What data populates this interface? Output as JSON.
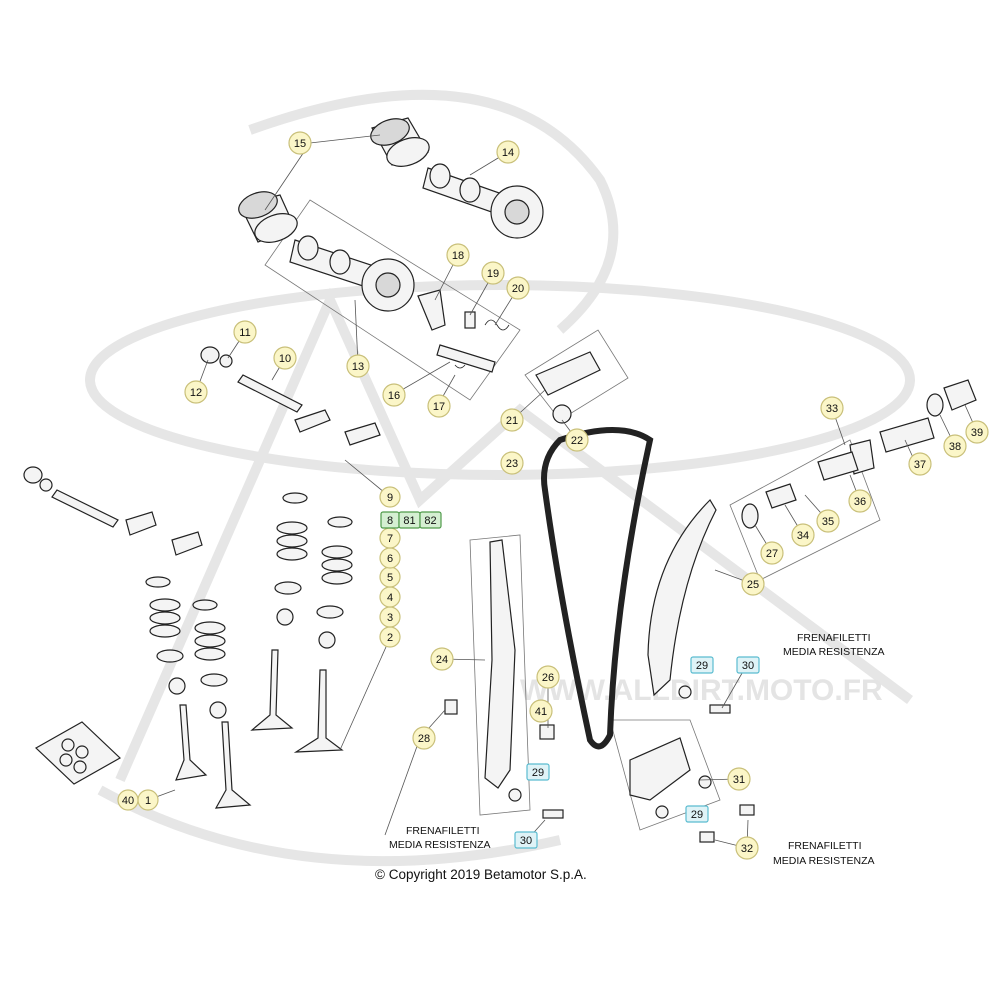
{
  "colors": {
    "callout_fill": "#fbf6c8",
    "callout_stroke": "#c9c07a",
    "green_fill": "#d5efd2",
    "green_stroke": "#4f9a4a",
    "blue_fill": "#dff3f7",
    "blue_stroke": "#5bbcd0"
  },
  "callouts": {
    "c1": "1",
    "c2": "2",
    "c3": "3",
    "c4": "4",
    "c5": "5",
    "c6": "6",
    "c7": "7",
    "c9": "9",
    "c10": "10",
    "c11": "11",
    "c12": "12",
    "c13": "13",
    "c14": "14",
    "c15": "15",
    "c16": "16",
    "c17": "17",
    "c18": "18",
    "c19": "19",
    "c20": "20",
    "c21": "21",
    "c22": "22",
    "c23": "23",
    "c24": "24",
    "c25": "25",
    "c26": "26",
    "c27": "27",
    "c28": "28",
    "c31": "31",
    "c32": "32",
    "c33": "33",
    "c34": "34",
    "c35": "35",
    "c36": "36",
    "c37": "37",
    "c38": "38",
    "c39": "39",
    "c40": "40",
    "c41": "41"
  },
  "green_callouts": {
    "c8": "8",
    "c81": "81",
    "c82": "82"
  },
  "blue_callouts": {
    "c29a": "29",
    "c30a": "30",
    "c29b": "29",
    "c30b": "30",
    "c29c": "29"
  },
  "notes": {
    "frenafiletti_label": "FRENAFILETTI",
    "media_resistenza_label": "MEDIA RESISTENZA"
  },
  "watermark": {
    "text": "WWW.ALLDIRT.MOTO.FR"
  },
  "copyright": "© Copyright 2019 Betamotor S.p.A."
}
